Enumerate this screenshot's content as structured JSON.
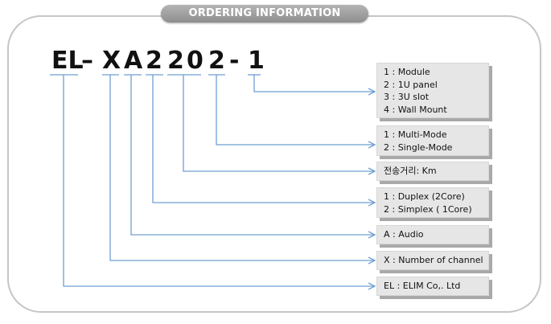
{
  "title": "ORDERING INFORMATION",
  "code": [
    "EL",
    "–",
    "X",
    "A",
    "2",
    "2",
    "0",
    "2",
    "-",
    "1"
  ],
  "boxes": [
    {
      "lines": [
        "1 : Module",
        "2 : 1U  panel",
        "3 : 3U  slot",
        "4 : Wall  Mount"
      ]
    },
    {
      "lines": [
        "1 : Multi-Mode",
        "2 : Single-Mode"
      ]
    },
    {
      "lines": [
        "전송거리: Km"
      ]
    },
    {
      "lines": [
        "1 : Duplex  (2Core)",
        "2 : Simplex  ( 1Core)"
      ]
    },
    {
      "lines": [
        "A : Audio"
      ]
    },
    {
      "lines": [
        "X : Number of channel"
      ]
    },
    {
      "lines": [
        "EL : ELIM  Co,. Ltd"
      ]
    }
  ],
  "colors": {
    "line": "#6f9fd2",
    "box": "#e6e6e6",
    "shadow": "#a9a9a9",
    "pill": "#9e9e9e"
  }
}
